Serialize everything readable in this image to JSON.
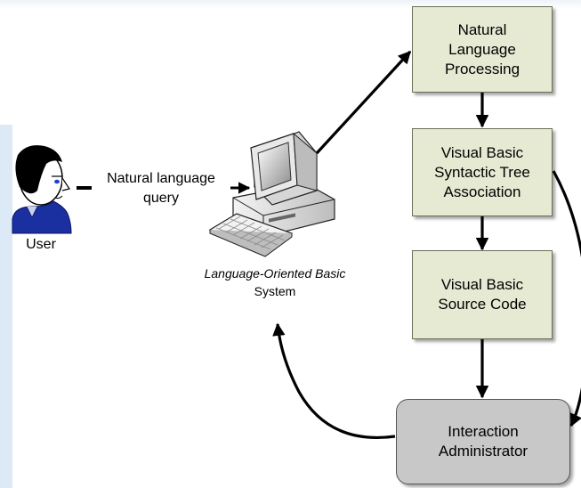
{
  "diagram": {
    "nodes": {
      "nlp": "Natural\nLanguage\nProcessing",
      "syntactic_tree": "Visual Basic\nSyntactic Tree\nAssociation",
      "source_code": "Visual Basic\nSource Code",
      "interaction_admin": "Interaction\nAdministrator"
    },
    "user_label": "User",
    "query_label": "Natural language\nquery",
    "system_label_line1": "Language-Oriented Basic",
    "system_label_line2": "System"
  }
}
